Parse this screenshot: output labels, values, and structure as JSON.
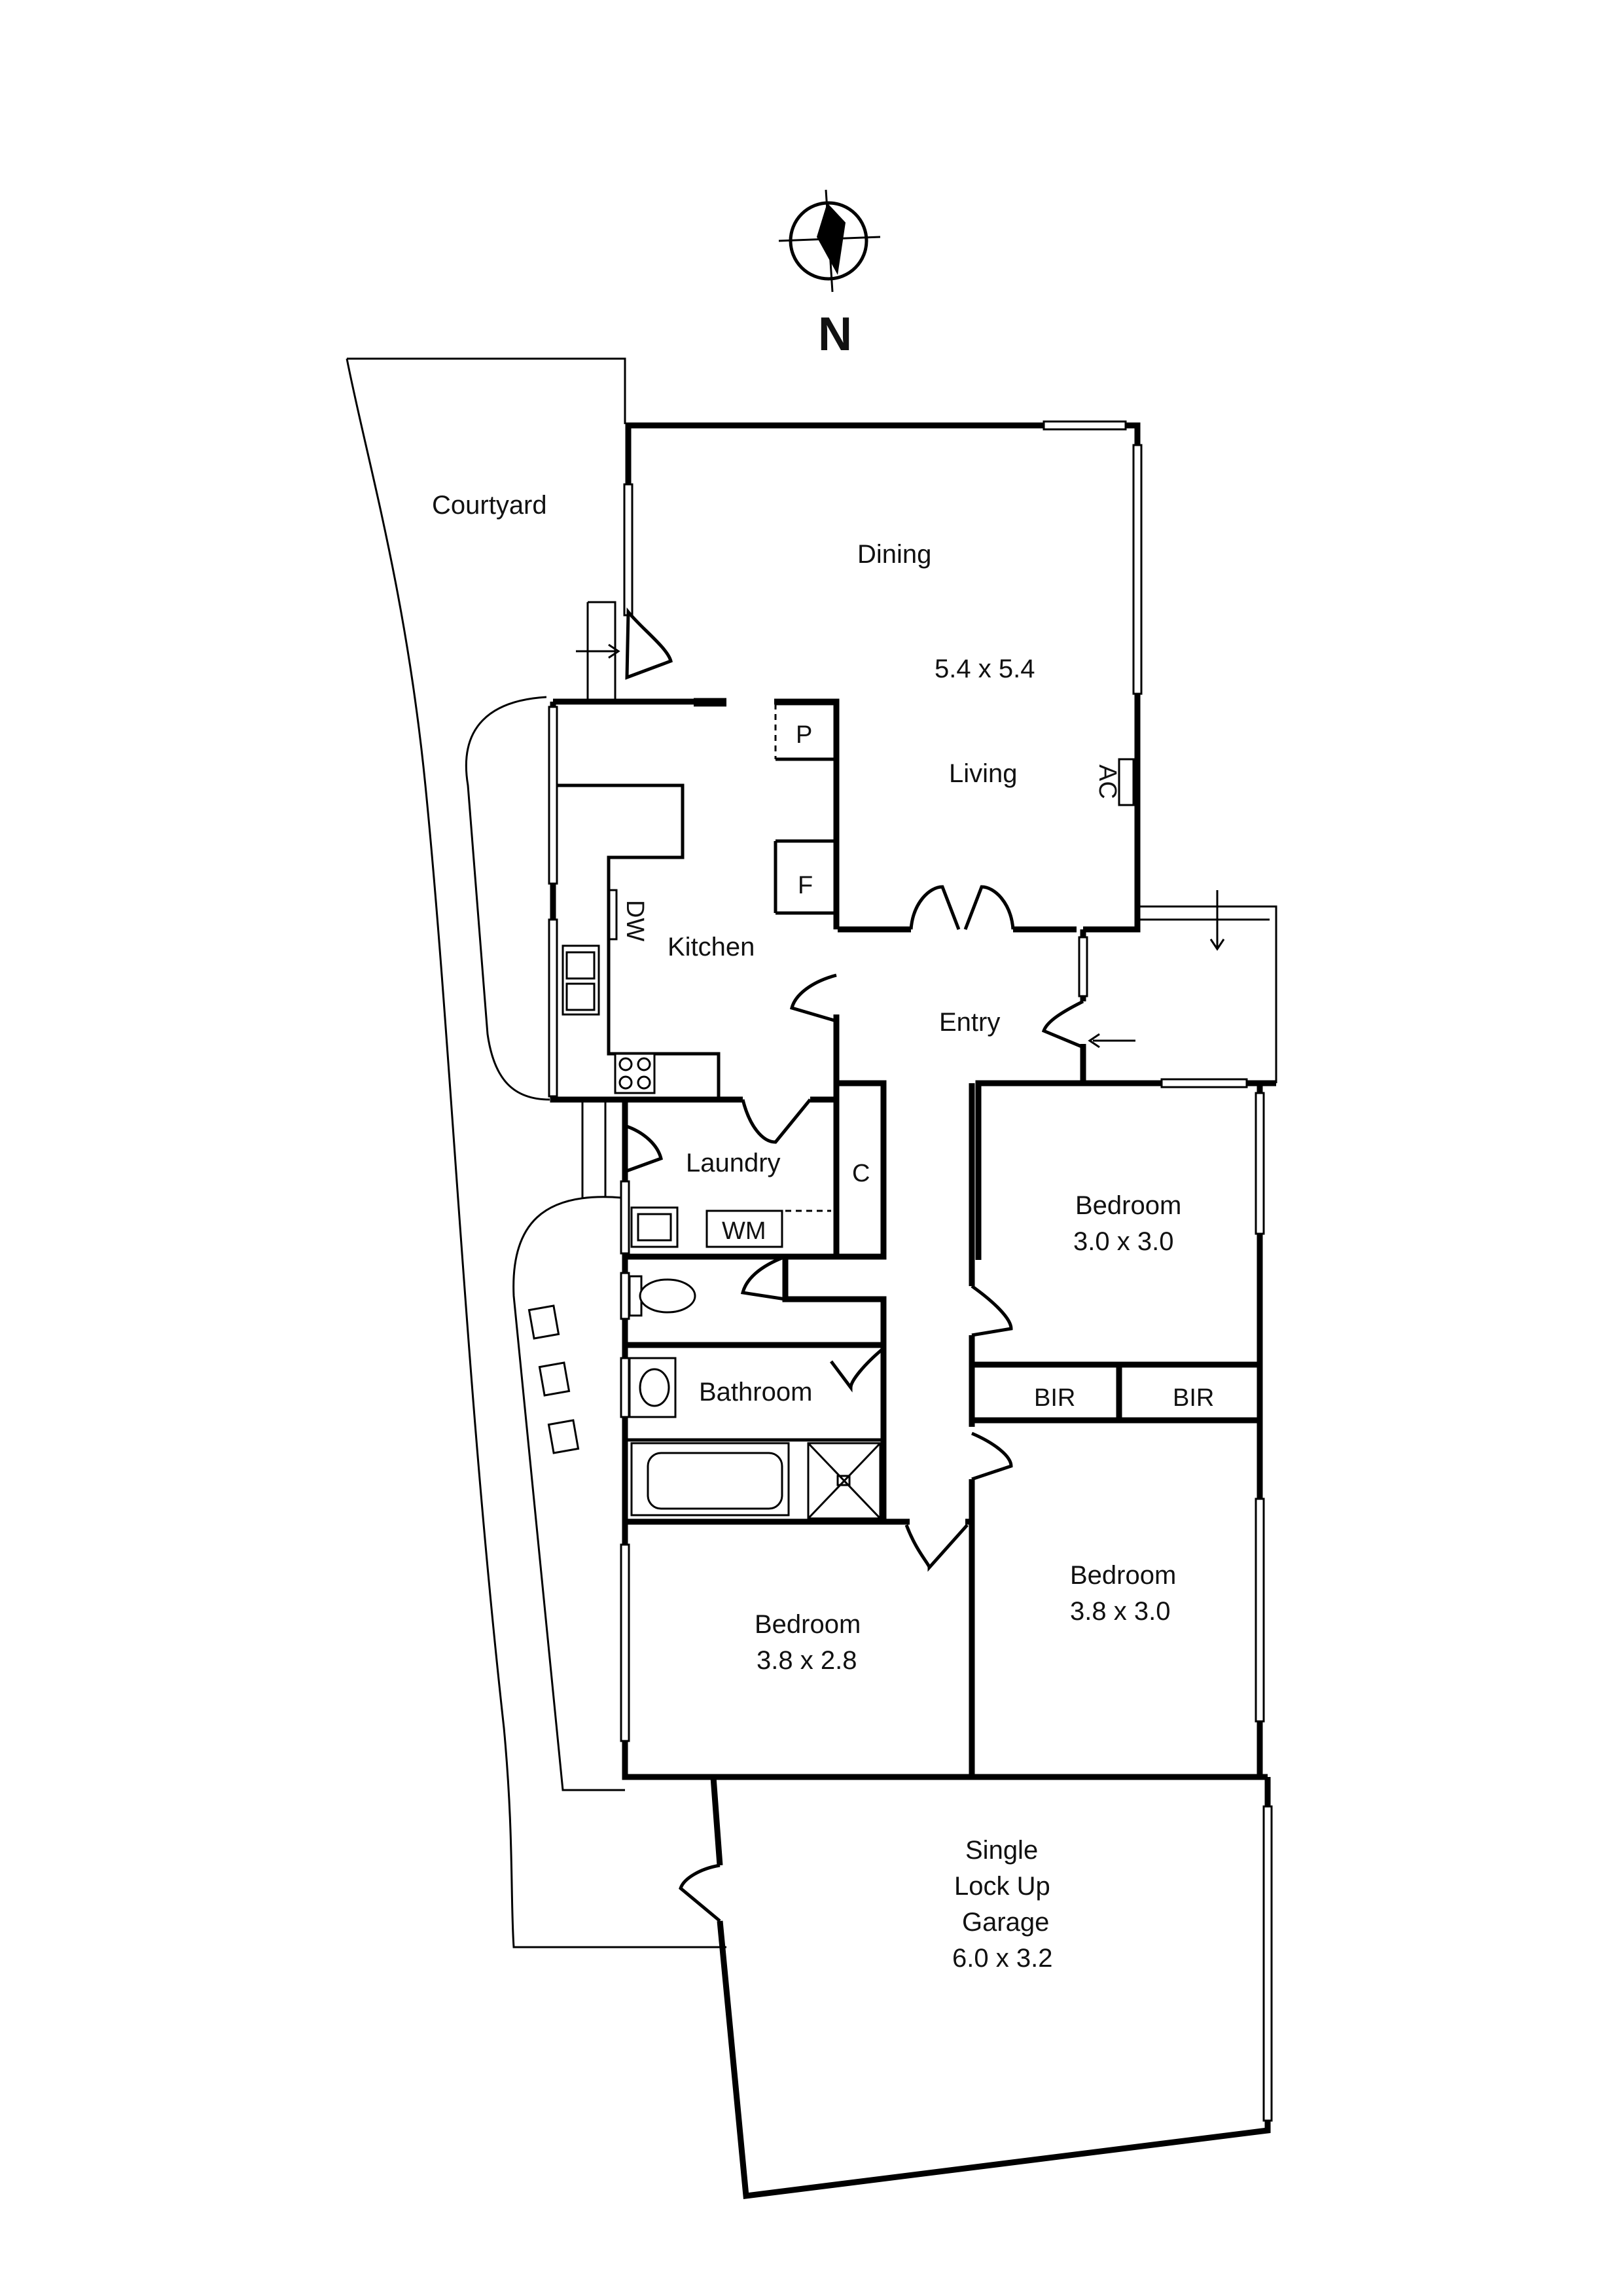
{
  "compass": {
    "north_label": "N"
  },
  "rooms": {
    "courtyard": {
      "name": "Courtyard"
    },
    "dining": {
      "name": "Dining"
    },
    "dining_living_size": "5.4 x 5.4",
    "living": {
      "name": "Living"
    },
    "kitchen": {
      "name": "Kitchen"
    },
    "entry": {
      "name": "Entry"
    },
    "laundry": {
      "name": "Laundry"
    },
    "bathroom": {
      "name": "Bathroom"
    },
    "bedroom1": {
      "name": "Bedroom",
      "size": "3.0 x 3.0"
    },
    "bedroom2": {
      "name": "Bedroom",
      "size": "3.8 x 3.0"
    },
    "bedroom3": {
      "name": "Bedroom",
      "size": "3.8 x 2.8"
    },
    "garage": {
      "line1": "Single",
      "line2": "Lock Up",
      "line3": "Garage",
      "size": "6.0 x 3.2"
    }
  },
  "fixtures": {
    "pantry": "P",
    "fridge": "F",
    "dishwasher": "DW",
    "air_conditioner": "AC",
    "cupboard": "C",
    "washing_machine": "WM",
    "bir_left": "BIR",
    "bir_right": "BIR"
  },
  "icons": [
    "compass-icon",
    "entry-arrow-icon",
    "sink-icon",
    "cooktop-icon",
    "toilet-icon",
    "basin-icon",
    "bathtub-icon",
    "shower-icon",
    "laundry-tub-icon",
    "stepping-stone-icon"
  ]
}
